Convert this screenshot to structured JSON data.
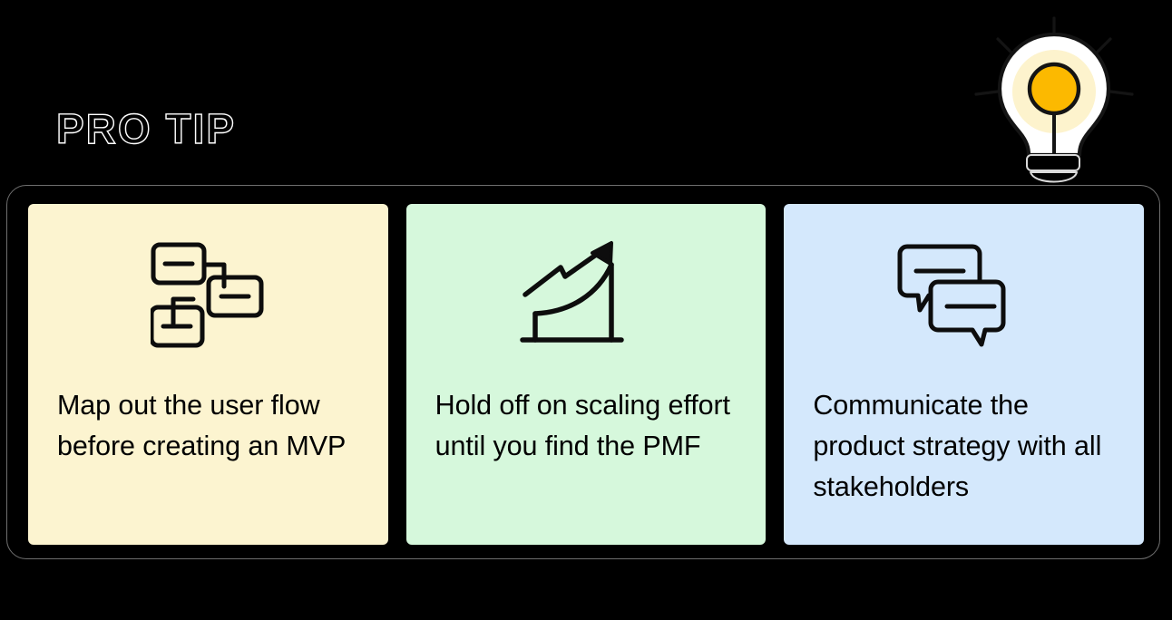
{
  "heading": {
    "label": "PRO TIP"
  },
  "decor": {
    "lightbulb_icon": "lightbulb-icon",
    "ray_count": 6
  },
  "colors": {
    "background": "#000000",
    "container_border": "#6f6f6f",
    "card_cream": "#fcf4d0",
    "card_green": "#d6f8dc",
    "card_blue": "#d4e8fc",
    "icon_stroke": "#0d0d0d",
    "text": "#000000",
    "bulb_outline": "#111111",
    "bulb_glass": "#ffffff",
    "bulb_glow": "#fdf3cd",
    "bulb_filament": "#fcb900"
  },
  "cards": [
    {
      "id": "card-flowchart",
      "icon": "flowchart-icon",
      "background": "#fcf4d0",
      "text": "Map out the user flow before creating an MVP"
    },
    {
      "id": "card-growth",
      "icon": "growth-chart-icon",
      "background": "#d6f8dc",
      "text": "Hold off on scaling effort until you find the PMF"
    },
    {
      "id": "card-comms",
      "icon": "chat-bubbles-icon",
      "background": "#d4e8fc",
      "text": "Communicate the product strategy with all stakeholders"
    }
  ]
}
